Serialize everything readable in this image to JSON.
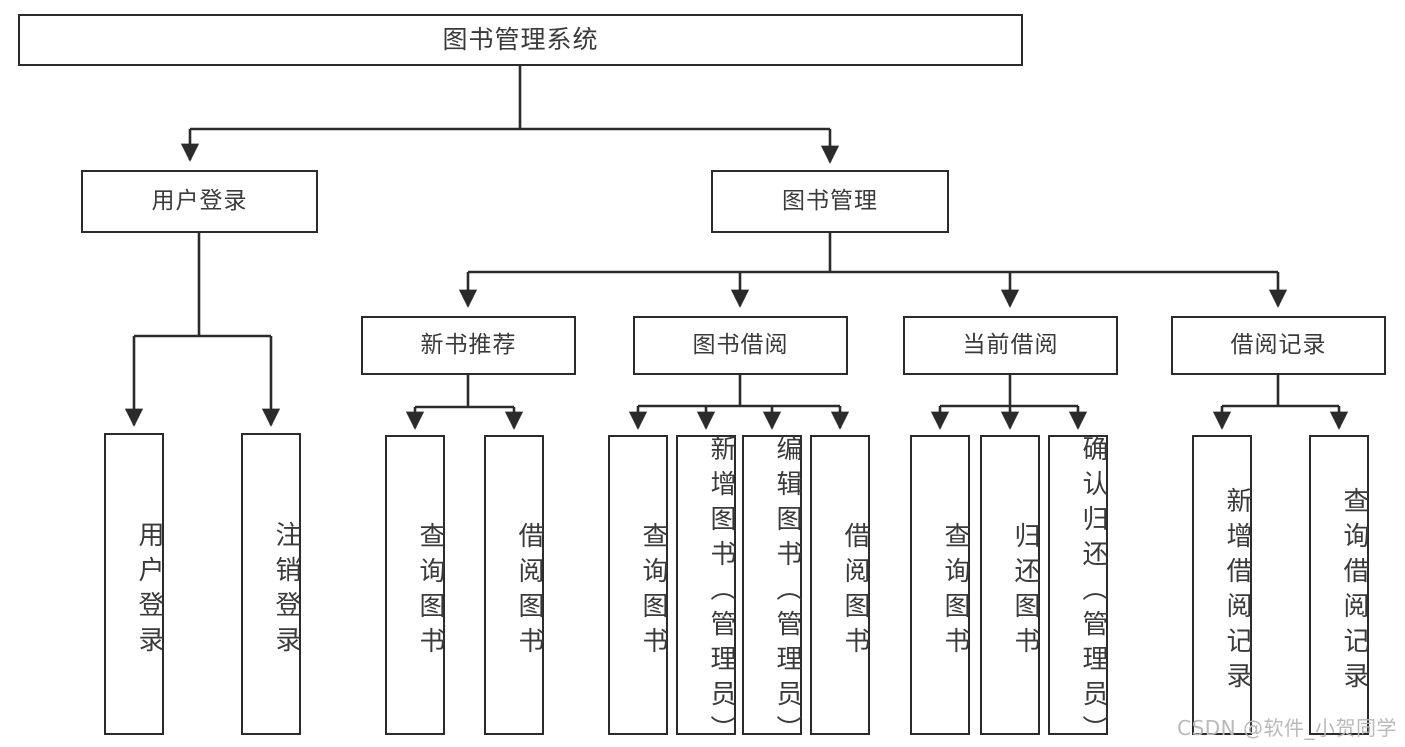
{
  "diagram": {
    "title": "图书管理系统",
    "type": "hierarchy-tree",
    "watermark": "CSDN @软件_小贺同学",
    "colors": {
      "stroke": "#2b2b2b",
      "text": "#3a3a3a",
      "background": "#ffffff",
      "watermark": "#b9b9b9"
    },
    "levels": [
      {
        "level": 1,
        "nodes": [
          {
            "id": "root",
            "label": "图书管理系统"
          }
        ]
      },
      {
        "level": 2,
        "nodes": [
          {
            "id": "login",
            "label": "用户登录"
          },
          {
            "id": "bookmgmt",
            "label": "图书管理"
          }
        ]
      },
      {
        "level": 3,
        "nodes": [
          {
            "id": "newbook",
            "label": "新书推荐"
          },
          {
            "id": "borrow",
            "label": "图书借阅"
          },
          {
            "id": "current",
            "label": "当前借阅"
          },
          {
            "id": "record",
            "label": "借阅记录"
          }
        ]
      },
      {
        "level": 4,
        "nodes": [
          {
            "id": "leaf1",
            "parent": "login",
            "label": "用户登录"
          },
          {
            "id": "leaf2",
            "parent": "login",
            "label": "注销登录"
          },
          {
            "id": "leaf3",
            "parent": "newbook",
            "label": "查询图书"
          },
          {
            "id": "leaf4",
            "parent": "newbook",
            "label": "借阅图书"
          },
          {
            "id": "leaf5",
            "parent": "borrow",
            "label": "查询图书"
          },
          {
            "id": "leaf6",
            "parent": "borrow",
            "label": "新增图书（管理员）"
          },
          {
            "id": "leaf7",
            "parent": "borrow",
            "label": "编辑图书（管理员）"
          },
          {
            "id": "leaf8",
            "parent": "borrow",
            "label": "借阅图书"
          },
          {
            "id": "leaf9",
            "parent": "current",
            "label": "查询图书"
          },
          {
            "id": "leaf10",
            "parent": "current",
            "label": "归还图书"
          },
          {
            "id": "leaf11",
            "parent": "current",
            "label": "确认归还（管理员）"
          },
          {
            "id": "leaf12",
            "parent": "record",
            "label": "新增借阅记录"
          },
          {
            "id": "leaf13",
            "parent": "record",
            "label": "查询借阅记录"
          }
        ]
      }
    ]
  }
}
